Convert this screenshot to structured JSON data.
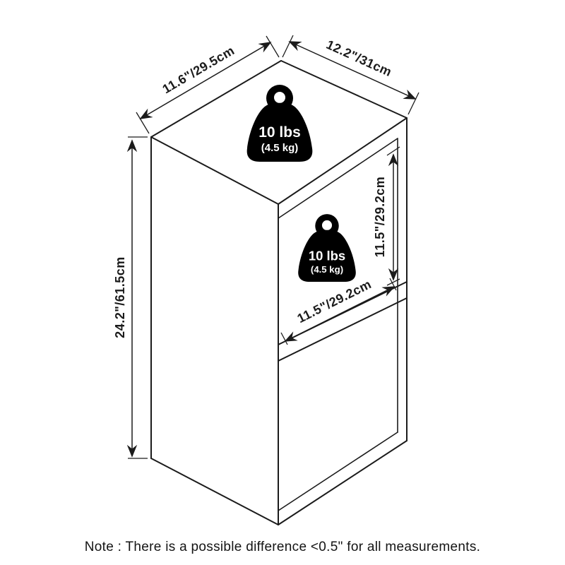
{
  "diagram": {
    "dim_top_left": {
      "label": "11.6\"/29.5cm"
    },
    "dim_top_right": {
      "label": "12.2\"/31cm"
    },
    "dim_height": {
      "label": "24.2\"/61.5cm"
    },
    "dim_inner_height": {
      "label": "11.5\"/29.2cm"
    },
    "dim_inner_width": {
      "label": "11.5\"/29.2cm"
    },
    "weight_top": {
      "line1": "10 lbs",
      "line2": "(4.5 kg)"
    },
    "weight_shelf": {
      "line1": "10 lbs",
      "line2": "(4.5 kg)"
    },
    "note": "Note : There is a possible difference <0.5\" for all measurements.",
    "colors": {
      "line": "#1b1b1b",
      "background": "#ffffff",
      "weight_fill": "#000000",
      "weight_text": "#ffffff"
    }
  }
}
